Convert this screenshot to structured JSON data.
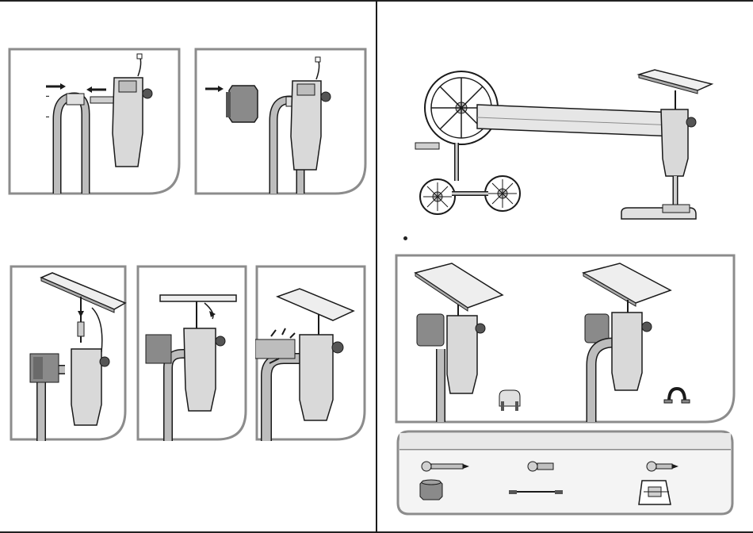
{
  "document": {
    "pages": [
      "left",
      "right"
    ],
    "left_page": {
      "top_panels": [
        {
          "id": "step-1",
          "content": "pump-shaft-insertion"
        },
        {
          "id": "step-2",
          "content": "end-cap-attachment"
        }
      ],
      "bottom_panels": [
        {
          "id": "step-3",
          "content": "solar-panel-cable-down"
        },
        {
          "id": "step-4",
          "content": "cable-connection"
        },
        {
          "id": "step-5",
          "content": "screws-fastening"
        }
      ]
    },
    "right_page": {
      "overview": {
        "content": "assembled-reel-with-solar-motor"
      },
      "bullet_text": "",
      "mount_options": [
        {
          "id": "option-a",
          "clip": "double-clamp"
        },
        {
          "id": "option-b",
          "clip": "u-bracket"
        }
      ],
      "parts_list": [
        {
          "id": "part-long-screw",
          "icon": "long-screw-icon"
        },
        {
          "id": "part-short-screw",
          "icon": "short-screw-icon"
        },
        {
          "id": "part-self-drilling-screw",
          "icon": "self-drilling-screw-icon"
        },
        {
          "id": "part-end-cap",
          "icon": "end-cap-icon"
        },
        {
          "id": "part-cable",
          "icon": "cable-icon"
        },
        {
          "id": "part-panel-bracket",
          "icon": "panel-bracket-icon"
        }
      ]
    }
  },
  "colors": {
    "frame": "#8c8c8c",
    "parts_bg": "#e9e9e9",
    "line": "#1a1a1a",
    "tube": "#bdbdbd",
    "motor": "#d9d9d9"
  }
}
